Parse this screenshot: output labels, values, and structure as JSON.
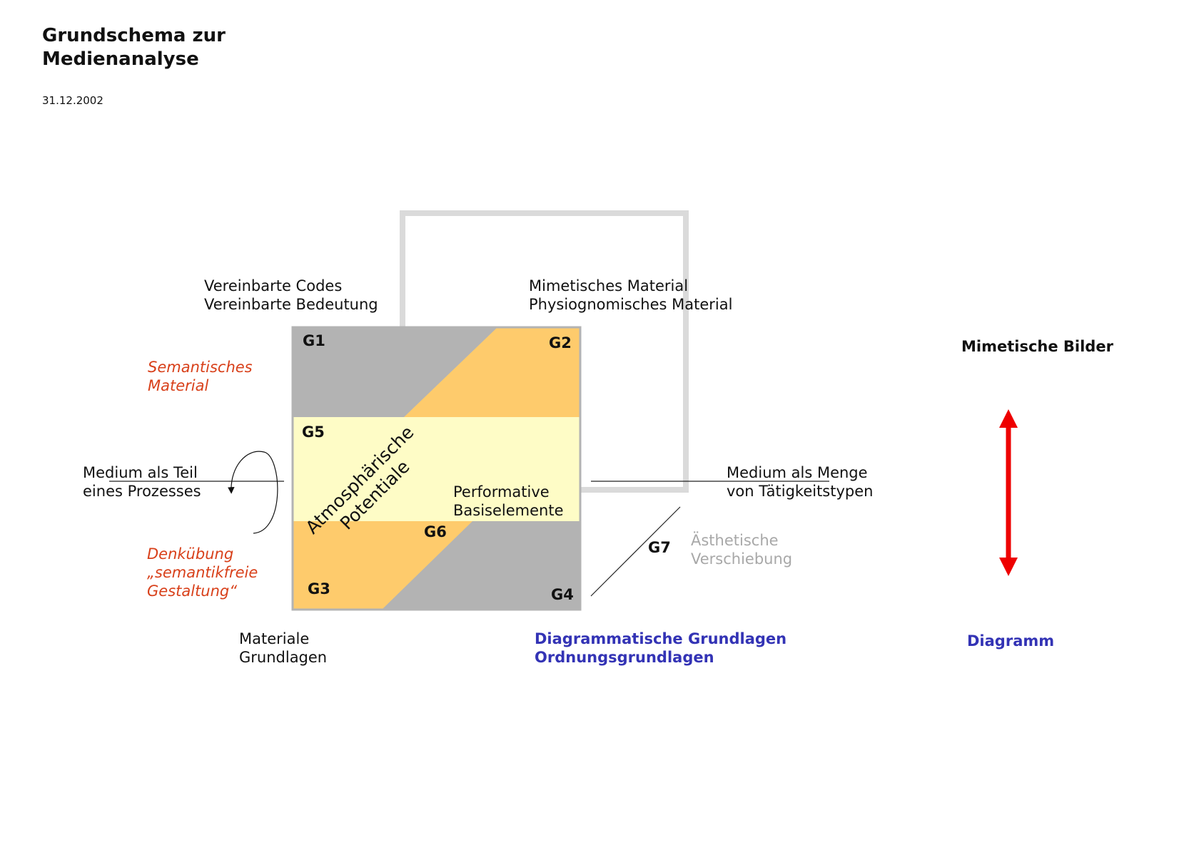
{
  "header": {
    "title_line1": "Grundschema zur",
    "title_line2": "Medienanalyse",
    "date": "31.12.2002"
  },
  "labels": {
    "top_left": [
      "Vereinbarte Codes",
      "Vereinbarte Bedeutung"
    ],
    "top_right": [
      "Mimetisches Material",
      "Physiognomisches Material"
    ],
    "semantic": [
      "Semantisches",
      "Material"
    ],
    "medium_part": [
      "Medium als Teil",
      "eines Prozesses"
    ],
    "exercise": [
      "Denkübung",
      "„semantikfreie",
      "Gestaltung“"
    ],
    "material_base": [
      "Materiale",
      "Grundlagen"
    ],
    "diagrammatic": [
      "Diagrammatische Grundlagen",
      "Ordnungsgrundlagen"
    ],
    "medium_set": [
      "Medium als Menge",
      "von Tätigkeitstypen"
    ],
    "aesthetic_shift": [
      "Ästhetische",
      "Verschiebung"
    ],
    "performative": [
      "Performative",
      "Basiselemente"
    ],
    "atmospheric": [
      "Atmosphärische",
      "Potentiale"
    ]
  },
  "grid_labels": {
    "g1": "G1",
    "g2": "G2",
    "g3": "G3",
    "g4": "G4",
    "g5": "G5",
    "g6": "G6",
    "g7": "G7"
  },
  "scale": {
    "top": "Mimetische Bilder",
    "bottom": "Diagramm"
  },
  "colors": {
    "gray_region": "#b3b3b3",
    "orange_region": "#fecb6c",
    "yellow_band": "#fefcc6",
    "frame_gray": "#dadada",
    "arrow_red": "#ee0000",
    "accent_blue": "#3333b5",
    "accent_red": "#d8401a"
  }
}
